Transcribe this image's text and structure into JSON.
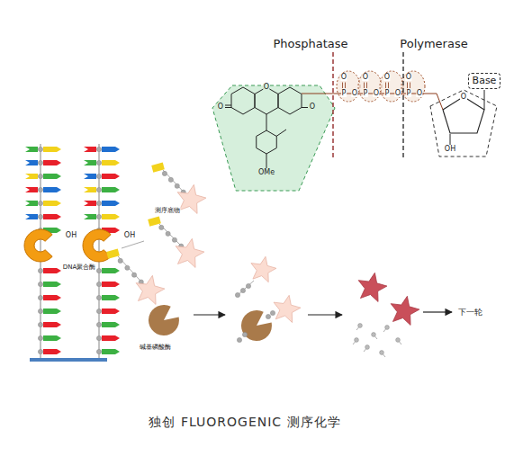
{
  "diagram": {
    "caption": "独创 FLUOROGENIC 测序化学",
    "nodes": [
      {
        "text": [
          "Base"
        ]
      }
    ],
    "labels": [
      "Phosphatase",
      "Polymerase",
      "O",
      "O",
      "O",
      "OMe",
      "P",
      "P",
      "P",
      "P",
      "O",
      "O",
      "O",
      "O",
      "O",
      "O",
      "O",
      "O",
      "O",
      "OH",
      "OH",
      "OH",
      "DNA聚合酶",
      "测序底物",
      "碱基磷酸酶",
      "下一轮"
    ]
  }
}
